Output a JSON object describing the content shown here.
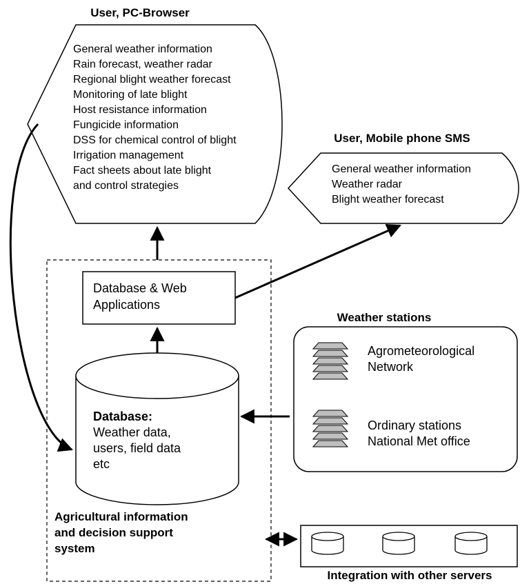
{
  "pc_browser": {
    "title": "User, PC-Browser",
    "items": [
      "General weather information",
      "Rain forecast, weather radar",
      "Regional blight weather forecast",
      "Monitoring of late blight",
      "Host resistance information",
      "Fungicide information",
      "DSS for chemical control of blight",
      "Irrigation management",
      "Fact sheets about late blight",
      "and control strategies"
    ]
  },
  "mobile": {
    "title": "User, Mobile phone SMS",
    "items": [
      "General weather information",
      "Weather radar",
      "Blight weather forecast"
    ]
  },
  "web_apps": {
    "lines": [
      "Database & Web",
      "Applications"
    ]
  },
  "database": {
    "heading": "Database:",
    "lines": [
      "Weather data,",
      "users, field data",
      "etc"
    ]
  },
  "weather_stations": {
    "title": "Weather stations",
    "agro": [
      "Agrometeorological",
      "Network"
    ],
    "ordinary": [
      "Ordinary stations",
      "National Met office"
    ]
  },
  "system_label": {
    "lines": [
      "Agricultural information",
      "and decision support",
      "system"
    ]
  },
  "servers": {
    "title": "Integration with other servers"
  }
}
